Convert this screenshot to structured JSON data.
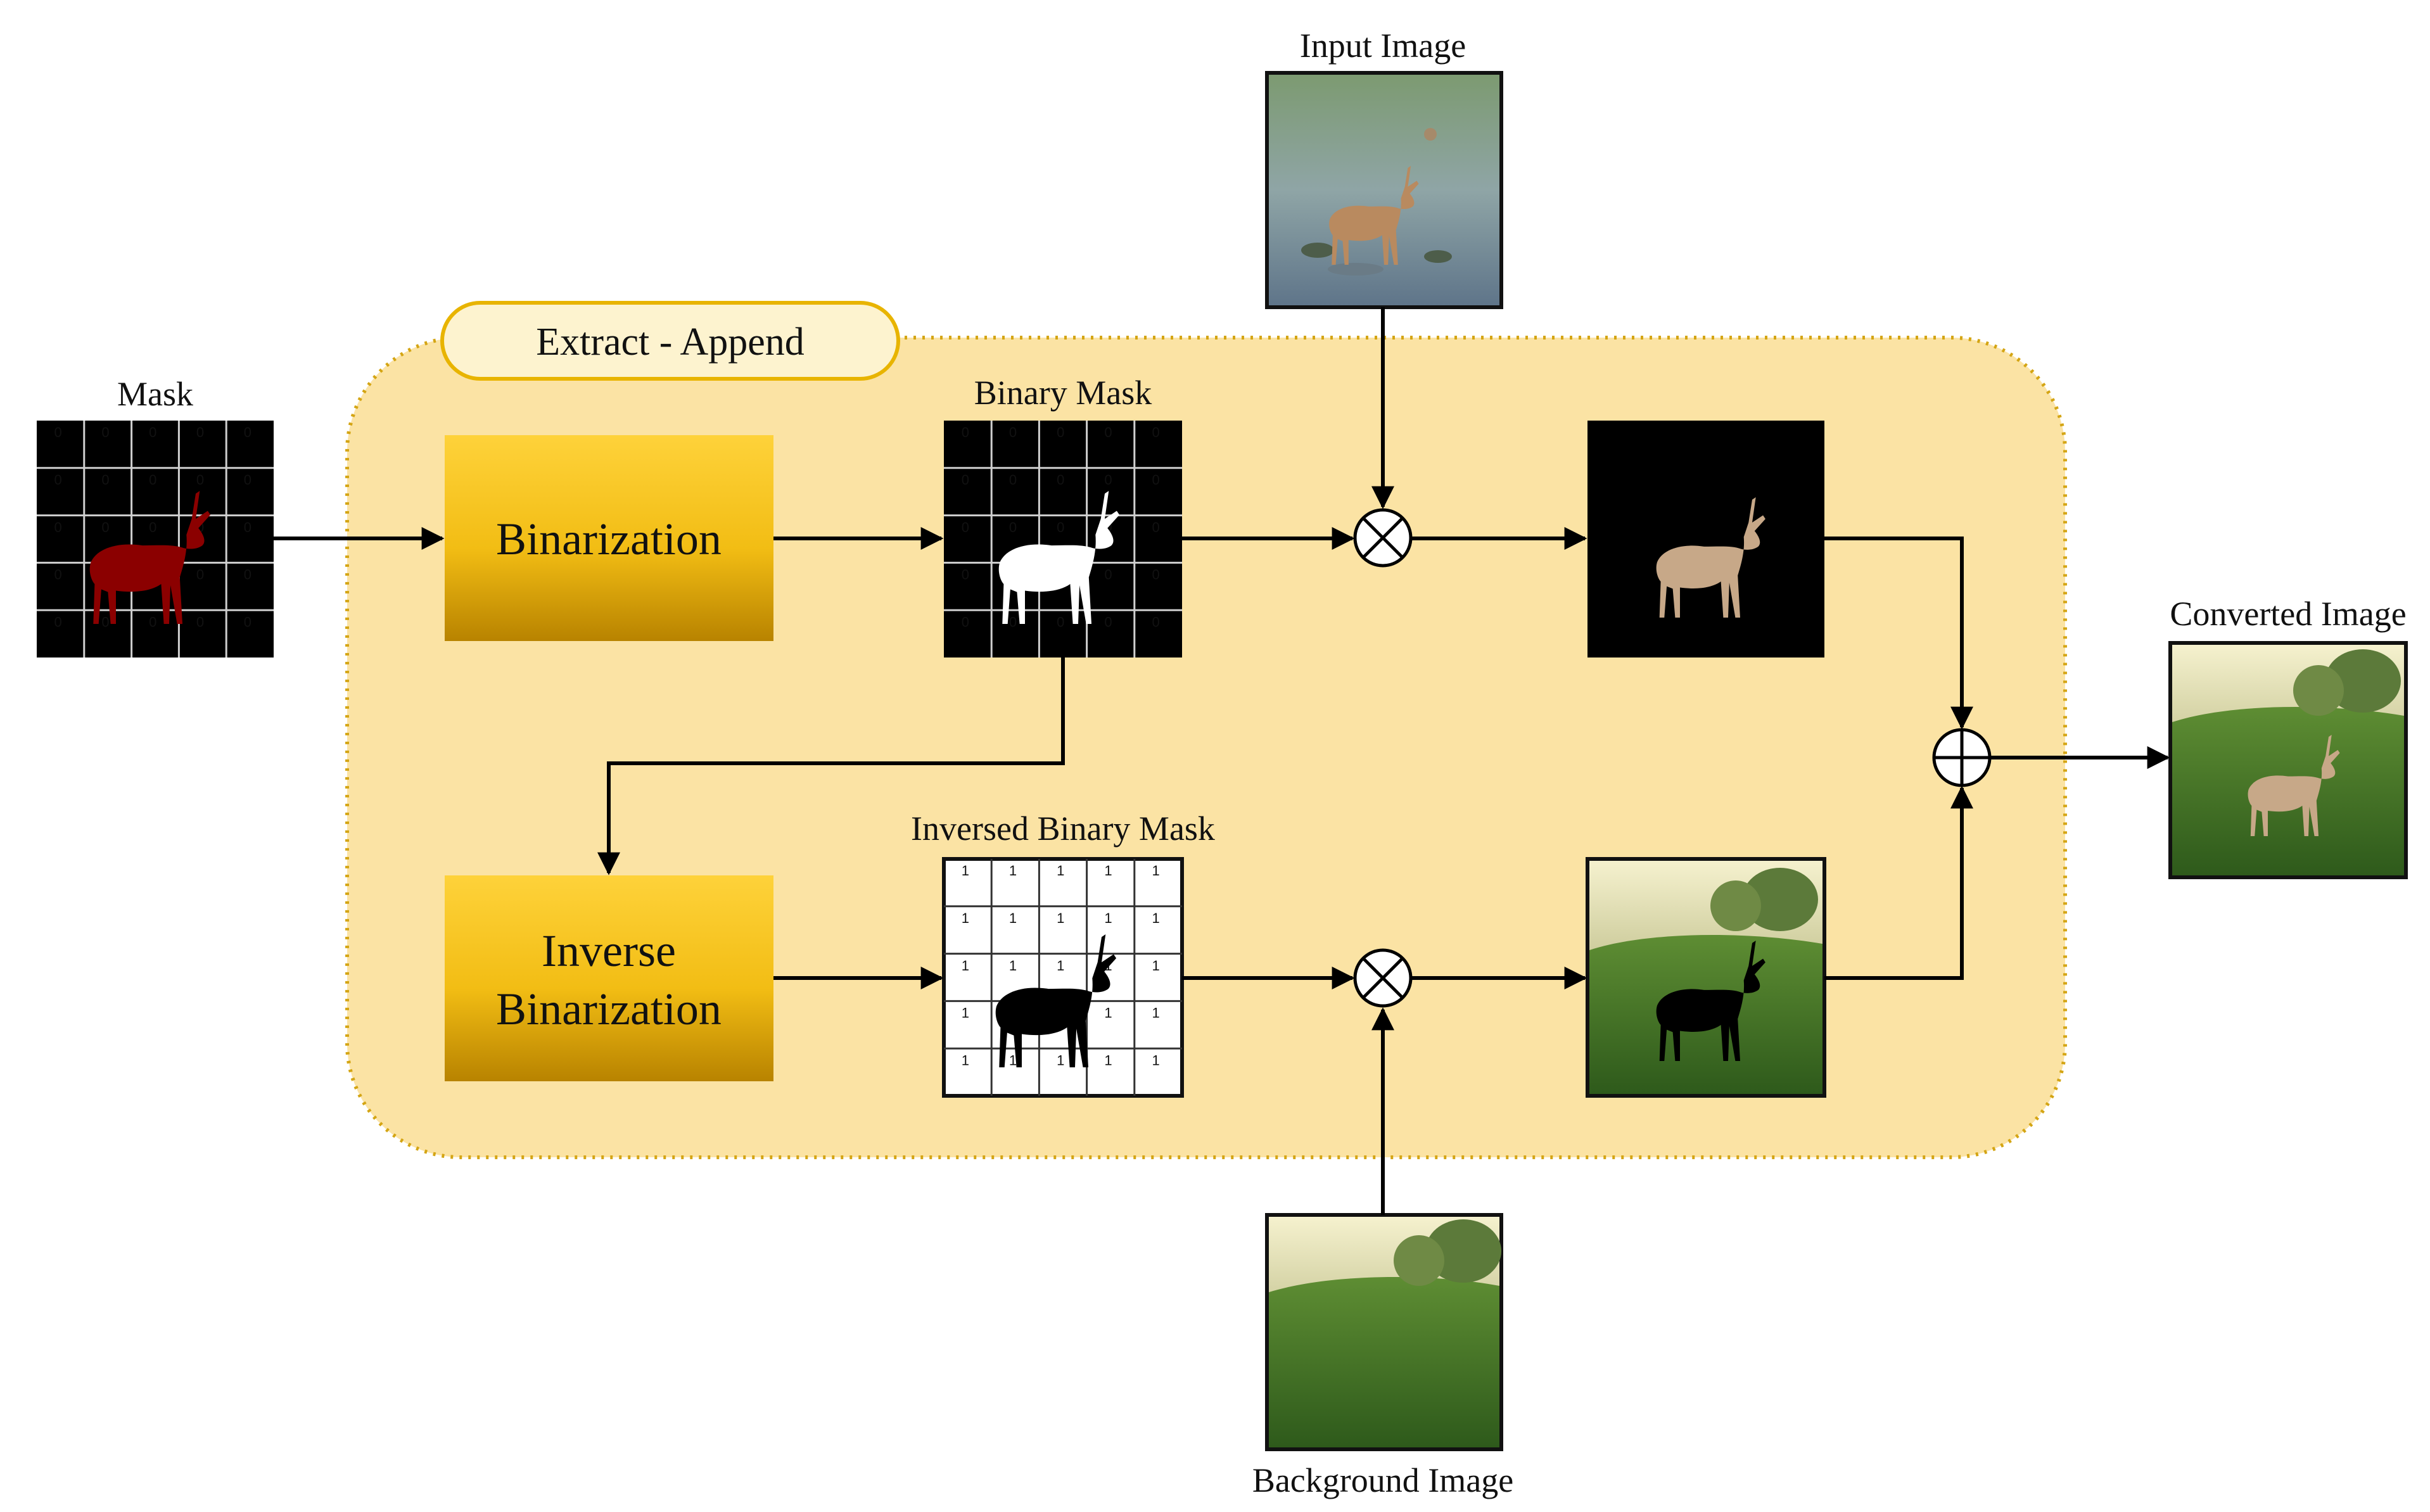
{
  "group": {
    "label": "Extract - Append"
  },
  "labels": {
    "mask": "Mask",
    "binary_mask": "Binary Mask",
    "inversed_binary_mask": "Inversed Binary Mask",
    "input_image": "Input Image",
    "background_image": "Background Image",
    "converted_image": "Converted Image"
  },
  "blocks": {
    "binarization": "Binarization",
    "inverse_line1": "Inverse",
    "inverse_line2": "Binarization"
  },
  "grids": {
    "zero": "0",
    "one": "1"
  },
  "operators": {
    "multiply": "multiply-operator",
    "add": "add-operator"
  },
  "colors": {
    "group_fill": "#fbe3a4",
    "group_border": "#d4a514",
    "label_fill": "#fdf3cf",
    "label_border": "#e8b400",
    "block_top": "#fed23a",
    "block_bottom": "#c89200",
    "mask_shape": "#8b0000",
    "grass": "#3f6d24",
    "sky": "#f1edc4"
  }
}
